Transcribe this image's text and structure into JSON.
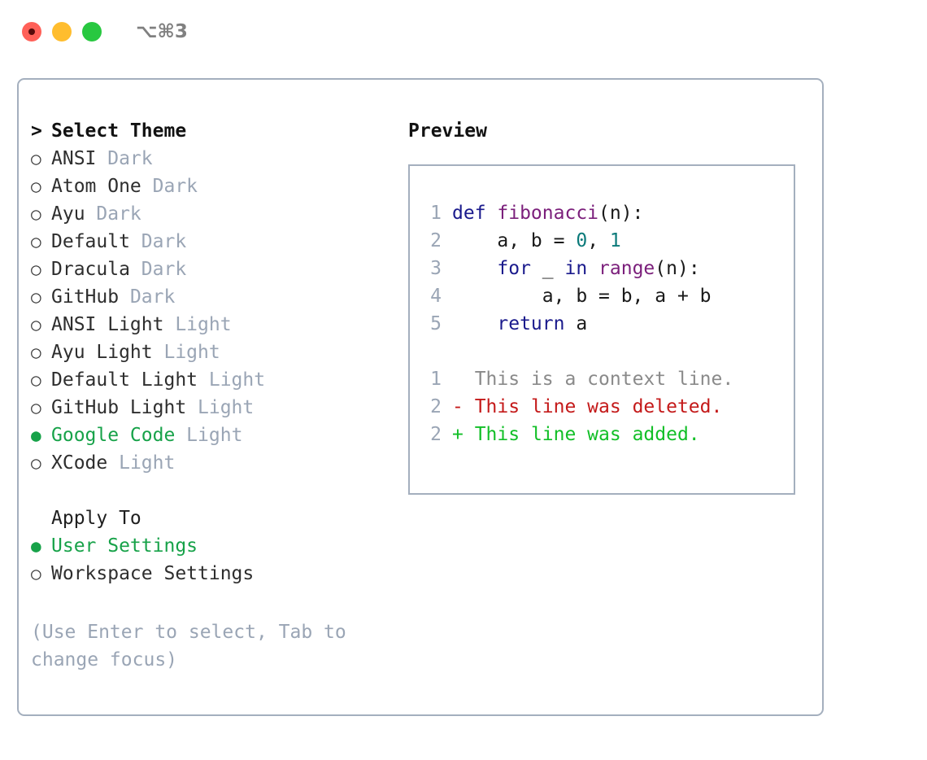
{
  "titlebar": {
    "shortcut": "⌥⌘3",
    "buttons": {
      "close": "close",
      "minimize": "minimize",
      "maximize": "maximize"
    }
  },
  "theme_list": {
    "header_marker": ">",
    "header_label": "Select Theme",
    "items": [
      {
        "marker": "○",
        "name": "ANSI",
        "variant": "Dark",
        "selected": false
      },
      {
        "marker": "○",
        "name": "Atom One",
        "variant": "Dark",
        "selected": false
      },
      {
        "marker": "○",
        "name": "Ayu",
        "variant": "Dark",
        "selected": false
      },
      {
        "marker": "○",
        "name": "Default",
        "variant": "Dark",
        "selected": false
      },
      {
        "marker": "○",
        "name": "Dracula",
        "variant": "Dark",
        "selected": false
      },
      {
        "marker": "○",
        "name": "GitHub",
        "variant": "Dark",
        "selected": false
      },
      {
        "marker": "○",
        "name": "ANSI Light",
        "variant": "Light",
        "selected": false
      },
      {
        "marker": "○",
        "name": "Ayu Light",
        "variant": "Light",
        "selected": false
      },
      {
        "marker": "○",
        "name": "Default Light",
        "variant": "Light",
        "selected": false
      },
      {
        "marker": "○",
        "name": "GitHub Light",
        "variant": "Light",
        "selected": false
      },
      {
        "marker": "●",
        "name": "Google Code",
        "variant": "Light",
        "selected": true
      },
      {
        "marker": "○",
        "name": "XCode",
        "variant": "Light",
        "selected": false
      }
    ]
  },
  "apply_to": {
    "header_label": "Apply To",
    "items": [
      {
        "marker": "●",
        "name": "User Settings",
        "selected": true
      },
      {
        "marker": "○",
        "name": "Workspace Settings",
        "selected": false
      }
    ]
  },
  "hint": "(Use Enter to select, Tab to change focus)",
  "preview": {
    "title": "Preview",
    "code_lines": [
      {
        "number": "1",
        "tokens": [
          {
            "text": "def ",
            "type": "kw"
          },
          {
            "text": "fibonacci",
            "type": "fn"
          },
          {
            "text": "(n):",
            "type": "pl"
          }
        ]
      },
      {
        "number": "2",
        "tokens": [
          {
            "text": "    a, b = ",
            "type": "pl"
          },
          {
            "text": "0",
            "type": "num"
          },
          {
            "text": ", ",
            "type": "pl"
          },
          {
            "text": "1",
            "type": "num"
          }
        ]
      },
      {
        "number": "3",
        "tokens": [
          {
            "text": "    ",
            "type": "pl"
          },
          {
            "text": "for",
            "type": "kw"
          },
          {
            "text": " _ ",
            "type": "pl"
          },
          {
            "text": "in",
            "type": "kw"
          },
          {
            "text": " ",
            "type": "pl"
          },
          {
            "text": "range",
            "type": "fn"
          },
          {
            "text": "(n):",
            "type": "pl"
          }
        ]
      },
      {
        "number": "4",
        "tokens": [
          {
            "text": "        a, b = b, a + b",
            "type": "pl"
          }
        ]
      },
      {
        "number": "5",
        "tokens": [
          {
            "text": "    ",
            "type": "pl"
          },
          {
            "text": "return",
            "type": "kw"
          },
          {
            "text": " a",
            "type": "pl"
          }
        ]
      }
    ],
    "diff_lines": [
      {
        "number": "1",
        "prefix": "  ",
        "text": "This is a context line.",
        "type": "ctx"
      },
      {
        "number": "2",
        "prefix": "- ",
        "text": "This line was deleted.",
        "type": "del"
      },
      {
        "number": "2",
        "prefix": "+ ",
        "text": "This line was added.",
        "type": "add"
      }
    ]
  },
  "colors": {
    "accent_green": "#17a249",
    "muted": "#9aa5b5",
    "border": "#a4afbe",
    "keyword": "#1a1a8c",
    "function": "#7b1f7b",
    "number": "#0b7a7a",
    "diff_added": "#12bf27",
    "diff_deleted": "#c41a1a",
    "diff_context": "#8a8a8a",
    "traffic_close": "#ff6058",
    "traffic_min": "#ffbd2e",
    "traffic_max": "#28c840"
  }
}
